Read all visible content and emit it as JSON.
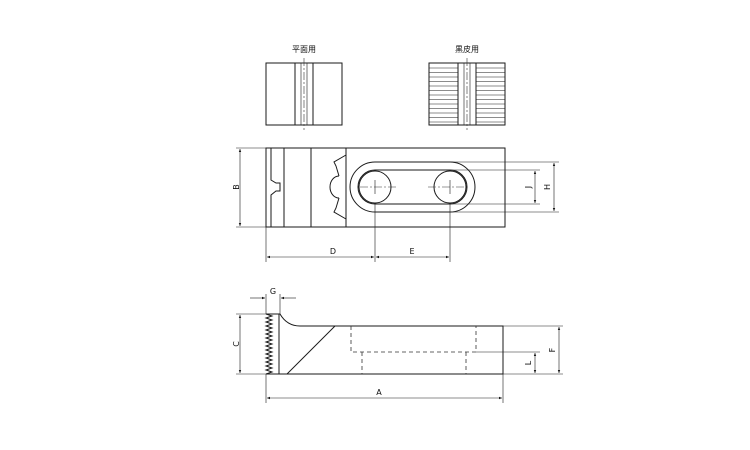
{
  "views": {
    "flat_title": "平面用",
    "black_title": "黒皮用"
  },
  "dimensions": {
    "A": "A",
    "B": "B",
    "C": "C",
    "D": "D",
    "E": "E",
    "F": "F",
    "G": "G",
    "H": "H",
    "J": "J",
    "L": "L"
  }
}
